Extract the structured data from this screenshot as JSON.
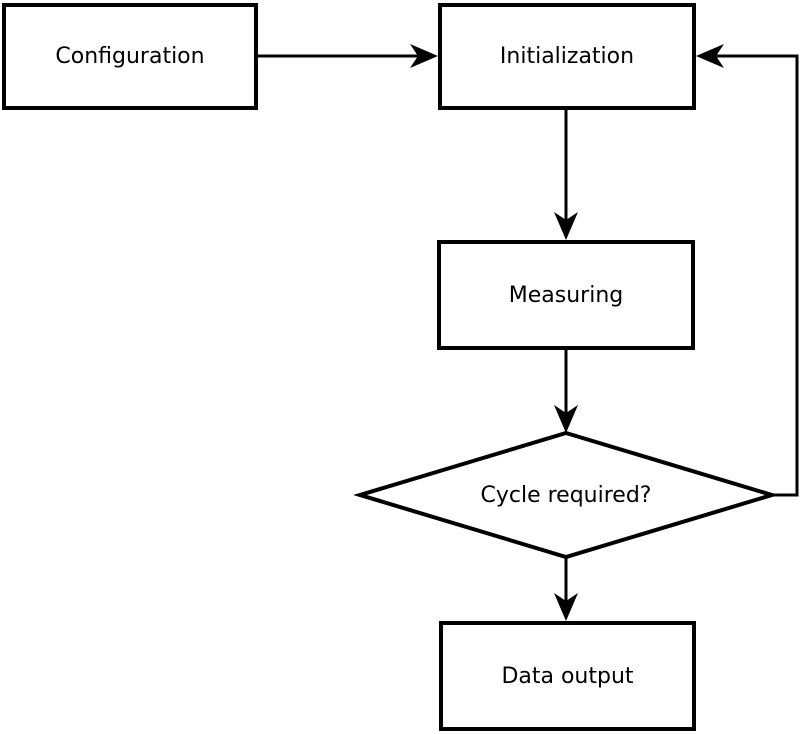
{
  "diagram": {
    "type": "flowchart",
    "colors": {
      "stroke": "#000000",
      "background": "#ffffff"
    },
    "nodes": {
      "configuration": {
        "label": "Configuration",
        "shape": "rectangle"
      },
      "initialization": {
        "label": "Initialization",
        "shape": "rectangle"
      },
      "measuring": {
        "label": "Measuring",
        "shape": "rectangle"
      },
      "cycle_required": {
        "label": "Cycle required?",
        "shape": "diamond"
      },
      "data_output": {
        "label": "Data output",
        "shape": "rectangle"
      }
    },
    "edges": [
      {
        "from": "configuration",
        "to": "initialization",
        "kind": "arrow"
      },
      {
        "from": "initialization",
        "to": "measuring",
        "kind": "arrow"
      },
      {
        "from": "measuring",
        "to": "cycle_required",
        "kind": "arrow"
      },
      {
        "from": "cycle_required",
        "to": "data_output",
        "kind": "arrow"
      },
      {
        "from": "cycle_required",
        "to": "initialization",
        "kind": "feedback-loop-arrow"
      }
    ]
  }
}
